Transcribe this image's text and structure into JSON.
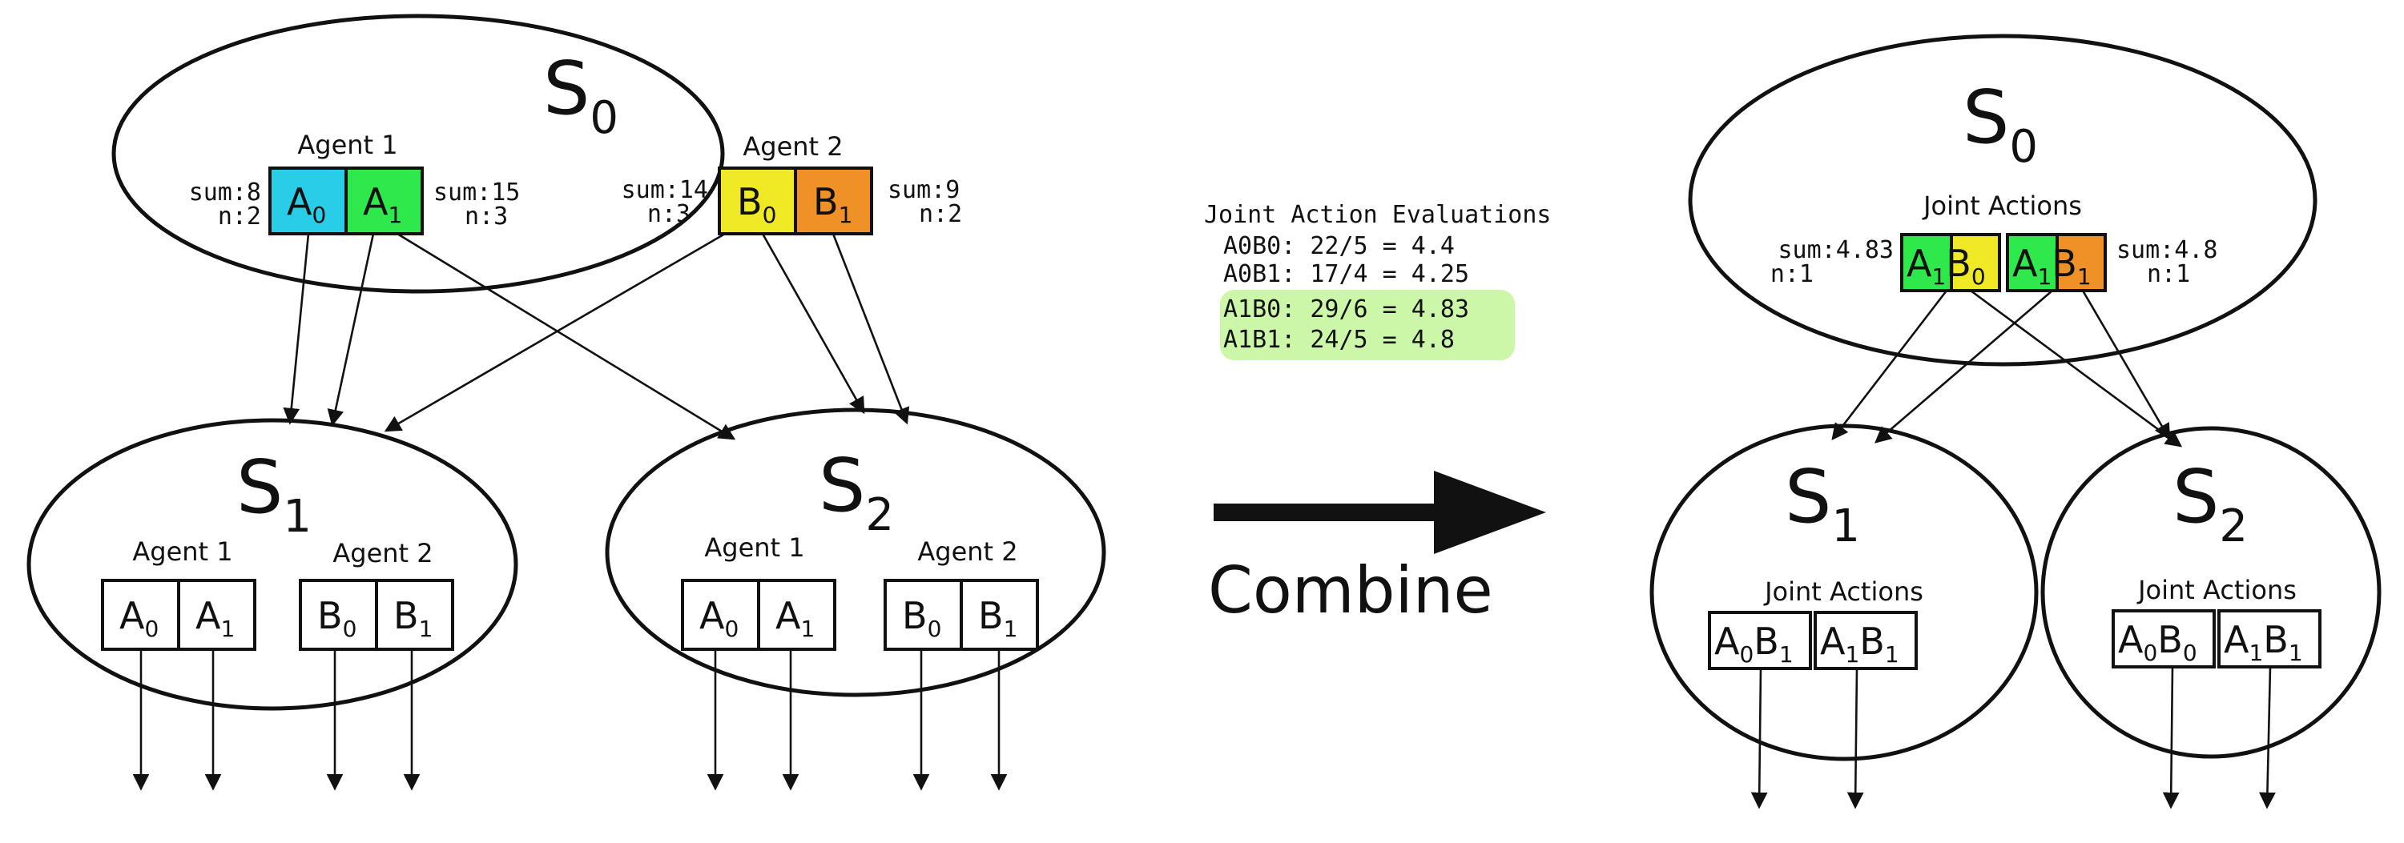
{
  "left_tree": {
    "root": {
      "label": "S",
      "sub": "0",
      "agent1": {
        "title": "Agent 1",
        "actions": [
          {
            "a": "A",
            "s": "0",
            "color": "#29cde8"
          },
          {
            "a": "A",
            "s": "1",
            "color": "#2ee84c"
          }
        ],
        "stats_left": {
          "sum": "sum:8",
          "n": "n:2"
        },
        "stats_right": {
          "sum": "sum:15",
          "n": "n:3"
        }
      },
      "agent2": {
        "title": "Agent 2",
        "actions": [
          {
            "a": "B",
            "s": "0",
            "color": "#f0ea26"
          },
          {
            "a": "B",
            "s": "1",
            "color": "#ef9126"
          }
        ],
        "stats_left": {
          "sum": "sum:14",
          "n": "n:3"
        },
        "stats_right": {
          "sum": "sum:9",
          "n": "n:2"
        }
      }
    },
    "s1": {
      "label": "S",
      "sub": "1",
      "agent1": {
        "title": "Agent 1",
        "actions": [
          {
            "a": "A",
            "s": "0"
          },
          {
            "a": "A",
            "s": "1"
          }
        ]
      },
      "agent2": {
        "title": "Agent 2",
        "actions": [
          {
            "a": "B",
            "s": "0"
          },
          {
            "a": "B",
            "s": "1"
          }
        ]
      }
    },
    "s2": {
      "label": "S",
      "sub": "2",
      "agent1": {
        "title": "Agent 1",
        "actions": [
          {
            "a": "A",
            "s": "0"
          },
          {
            "a": "A",
            "s": "1"
          }
        ]
      },
      "agent2": {
        "title": "Agent 2",
        "actions": [
          {
            "a": "B",
            "s": "0"
          },
          {
            "a": "B",
            "s": "1"
          }
        ]
      }
    }
  },
  "evaluations": {
    "title": "Joint Action Evaluations",
    "rows": [
      {
        "text": "A0B0: 22/5 = 4.4",
        "highlight": false
      },
      {
        "text": "A0B1: 17/4 = 4.25",
        "highlight": false
      },
      {
        "text": "A1B0: 29/6 = 4.83",
        "highlight": true
      },
      {
        "text": "A1B1: 24/5 = 4.8",
        "highlight": true
      }
    ],
    "highlight_color": "#ccf7a8"
  },
  "combine_label": "Combine",
  "right_tree": {
    "root": {
      "label": "S",
      "sub": "0",
      "title": "Joint Actions",
      "actions": [
        {
          "a1": "A",
          "s1": "1",
          "b": "B",
          "s2": "0",
          "color_a": "#2ee84c",
          "color_b": "#f0ea26"
        },
        {
          "a1": "A",
          "s1": "1",
          "b": "B",
          "s2": "1",
          "color_a": "#2ee84c",
          "color_b": "#ef9126"
        }
      ],
      "stats_left": {
        "sum": "sum:4.83",
        "n": "n:1"
      },
      "stats_right": {
        "sum": "sum:4.8",
        "n": "n:1"
      }
    },
    "s1": {
      "label": "S",
      "sub": "1",
      "title": "Joint Actions",
      "actions": [
        {
          "a1": "A",
          "s1": "0",
          "b": "B",
          "s2": "1"
        },
        {
          "a1": "A",
          "s1": "1",
          "b": "B",
          "s2": "1"
        }
      ]
    },
    "s2": {
      "label": "S",
      "sub": "2",
      "title": "Joint Actions",
      "actions": [
        {
          "a1": "A",
          "s1": "0",
          "b": "B",
          "s2": "0"
        },
        {
          "a1": "A",
          "s1": "1",
          "b": "B",
          "s2": "1"
        }
      ]
    }
  }
}
